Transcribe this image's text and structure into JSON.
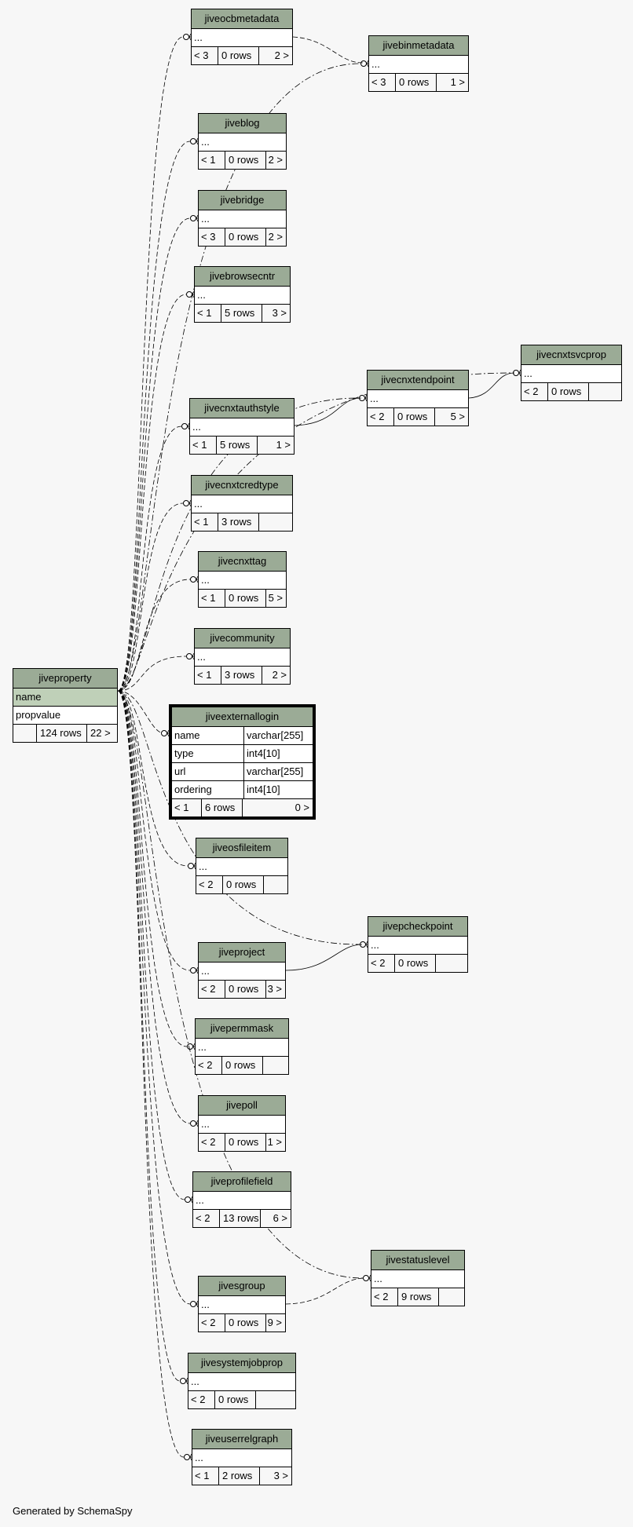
{
  "diagram": {
    "credit": "Generated by SchemaSpy",
    "colors": {
      "header": "#9bab96",
      "highlight": "#bfd0b8",
      "background": "#f7f7f7"
    },
    "focus_table": {
      "name": "jiveexternallogin",
      "columns": [
        {
          "name": "name",
          "type": "varchar[255]"
        },
        {
          "name": "type",
          "type": "int4[10]"
        },
        {
          "name": "url",
          "type": "varchar[255]"
        },
        {
          "name": "ordering",
          "type": "int4[10]"
        }
      ],
      "parents": "< 1",
      "rows": "6 rows",
      "children": "0 >"
    },
    "parent_table": {
      "name": "jiveproperty",
      "columns": [
        "name",
        "propvalue"
      ],
      "highlighted_column": "name",
      "parents": "",
      "rows": "124 rows",
      "children": "22 >"
    },
    "tables": [
      {
        "name": "jiveocbmetadata",
        "body": "...",
        "parents": "< 3",
        "rows": "0 rows",
        "children": "2 >"
      },
      {
        "name": "jivebinmetadata",
        "body": "...",
        "parents": "< 3",
        "rows": "0 rows",
        "children": "1 >"
      },
      {
        "name": "jiveblog",
        "body": "...",
        "parents": "< 1",
        "rows": "0 rows",
        "children": "2 >"
      },
      {
        "name": "jivebridge",
        "body": "...",
        "parents": "< 3",
        "rows": "0 rows",
        "children": "2 >"
      },
      {
        "name": "jivebrowsecntr",
        "body": "...",
        "parents": "< 1",
        "rows": "5 rows",
        "children": "3 >"
      },
      {
        "name": "jivecnxtsvcprop",
        "body": "...",
        "parents": "< 2",
        "rows": "0 rows",
        "children": ""
      },
      {
        "name": "jivecnxtendpoint",
        "body": "...",
        "parents": "< 2",
        "rows": "0 rows",
        "children": "5 >"
      },
      {
        "name": "jivecnxtauthstyle",
        "body": "...",
        "parents": "< 1",
        "rows": "5 rows",
        "children": "1 >"
      },
      {
        "name": "jivecnxtcredtype",
        "body": "...",
        "parents": "< 1",
        "rows": "3 rows",
        "children": ""
      },
      {
        "name": "jivecnxttag",
        "body": "...",
        "parents": "< 1",
        "rows": "0 rows",
        "children": "5 >"
      },
      {
        "name": "jivecommunity",
        "body": "...",
        "parents": "< 1",
        "rows": "3 rows",
        "children": "2 >"
      },
      {
        "name": "jiveosfileitem",
        "body": "...",
        "parents": "< 2",
        "rows": "0 rows",
        "children": ""
      },
      {
        "name": "jivepcheckpoint",
        "body": "...",
        "parents": "< 2",
        "rows": "0 rows",
        "children": ""
      },
      {
        "name": "jiveproject",
        "body": "...",
        "parents": "< 2",
        "rows": "0 rows",
        "children": "3 >"
      },
      {
        "name": "jivepermmask",
        "body": "...",
        "parents": "< 2",
        "rows": "0 rows",
        "children": ""
      },
      {
        "name": "jivepoll",
        "body": "...",
        "parents": "< 2",
        "rows": "0 rows",
        "children": "1 >"
      },
      {
        "name": "jiveprofilefield",
        "body": "...",
        "parents": "< 2",
        "rows": "13 rows",
        "children": "6 >"
      },
      {
        "name": "jivestatuslevel",
        "body": "...",
        "parents": "< 2",
        "rows": "9 rows",
        "children": ""
      },
      {
        "name": "jivesgroup",
        "body": "...",
        "parents": "< 2",
        "rows": "0 rows",
        "children": "9 >"
      },
      {
        "name": "jivesystemjobprop",
        "body": "...",
        "parents": "< 2",
        "rows": "0 rows",
        "children": ""
      },
      {
        "name": "jiveuserrelgraph",
        "body": "...",
        "parents": "< 1",
        "rows": "2 rows",
        "children": "3 >"
      }
    ]
  }
}
